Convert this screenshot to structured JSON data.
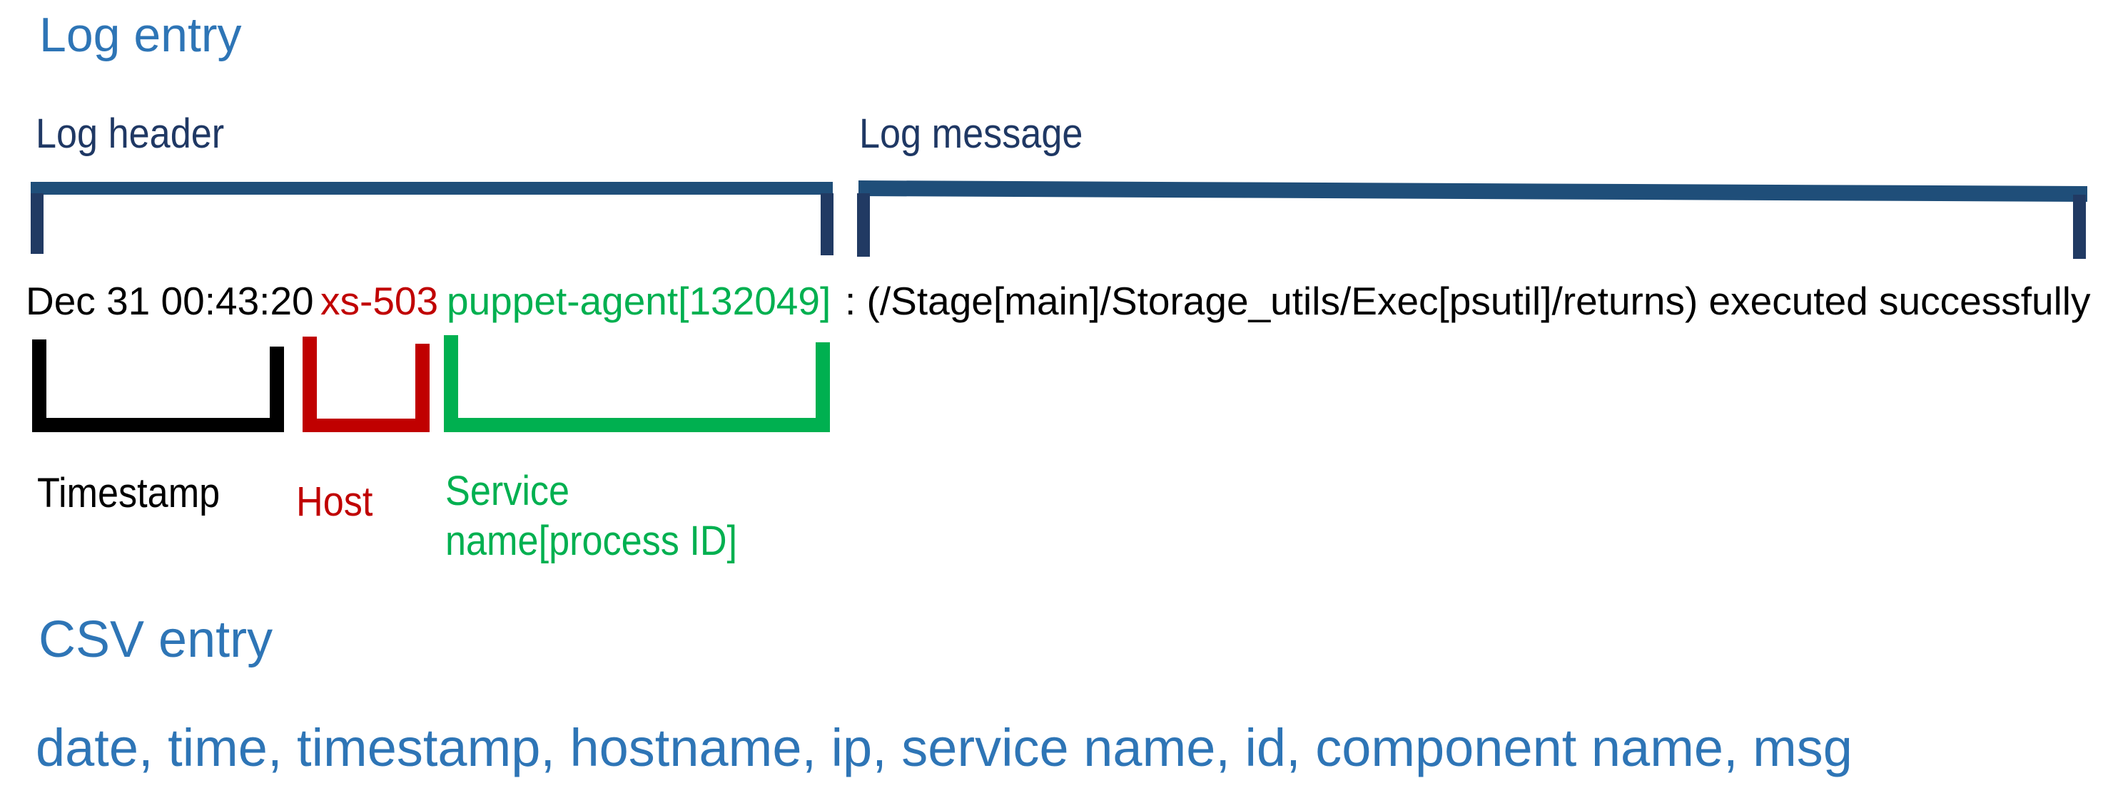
{
  "colors": {
    "title_blue": "#2E75B6",
    "label_navy": "#1F3864",
    "brace_bar_blue": "#1F4E79",
    "brace_leg_navy": "#213A63",
    "timestamp_black": "#000000",
    "host_red": "#C00000",
    "service_green": "#00B050"
  },
  "log_entry": {
    "title": "Log entry",
    "header_label": "Log header",
    "message_label": "Log message",
    "line": {
      "timestamp": "Dec 31 00:43:20",
      "host": "xs-503",
      "service": "puppet-agent[132049]",
      "message": ": (/Stage[main]/Storage_utils/Exec[psutil]/returns) executed successfully"
    },
    "field_labels": {
      "timestamp": "Timestamp",
      "host": "Host",
      "service": "Service\nname[process ID]"
    }
  },
  "csv_entry": {
    "title": "CSV entry",
    "fields_line": "date, time, timestamp, hostname, ip, service name, id, component name, msg"
  }
}
